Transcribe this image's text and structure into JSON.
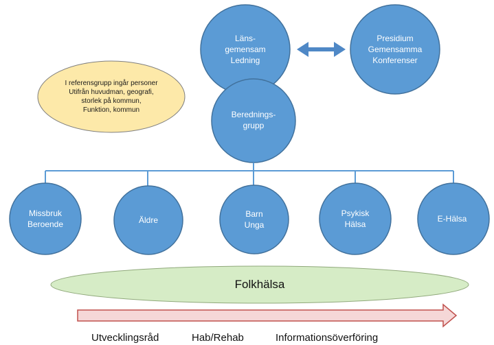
{
  "colors": {
    "circle_fill": "#5b9bd5",
    "circle_stroke": "#41719c",
    "note_fill": "#fde9a9",
    "note_stroke": "#7f7f7f",
    "folkhalsa_fill": "#d6ecc6",
    "folkhalsa_stroke": "#8fa87a",
    "arrow_fill": "#f5d7d7",
    "arrow_stroke": "#c0504d"
  },
  "nodes": {
    "lansgemensam": "Läns-\ngemensam\nLedning",
    "presidium": "Presidium\nGemensamma\nKonferenser",
    "beredningsgrupp": "Berednings-\ngrupp"
  },
  "note": "I referensgrupp ingår personer\nUtifrån huvudman, geografi,\nstorlek på kommun,\nFunktion, kommun",
  "areas": [
    "Missbruk\nBeroende",
    "Äldre",
    "Barn\nUnga",
    "Psykisk\nHälsa",
    "E-Hälsa"
  ],
  "folkhalsa": "Folkhälsa",
  "bottom_labels": [
    "Utvecklingsråd",
    "Hab/Rehab",
    "Informationsöverföring"
  ]
}
